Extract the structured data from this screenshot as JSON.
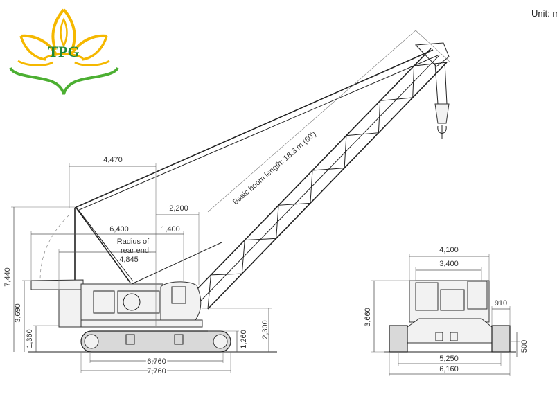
{
  "unit_label": "Unit: mm",
  "logo": {
    "text": "TPG",
    "colors": {
      "petals": "#f5b800",
      "leaves": "#4caf32",
      "text": "#1f8a3a"
    }
  },
  "side_view": {
    "boom_label": "Basic boom length: 18.3 m (60')",
    "dims": {
      "d4470": "4,470",
      "d2200": "2,200",
      "d6400": "6,400",
      "d1400": "1,400",
      "rear_radius_line1": "Radius of",
      "rear_radius_line2": "rear end:",
      "rear_radius_value": "4,845",
      "d7440": "7,440",
      "d3690": "3,690",
      "d1360": "1,360",
      "d1260": "1,260",
      "d2300": "2,300",
      "d6760": "6,760",
      "d7760": "7,760"
    }
  },
  "front_view": {
    "dims": {
      "d4100": "4,100",
      "d3400": "3,400",
      "d3660": "3,660",
      "d910": "910",
      "d500": "500",
      "d5250": "5,250",
      "d6160": "6,160"
    }
  }
}
